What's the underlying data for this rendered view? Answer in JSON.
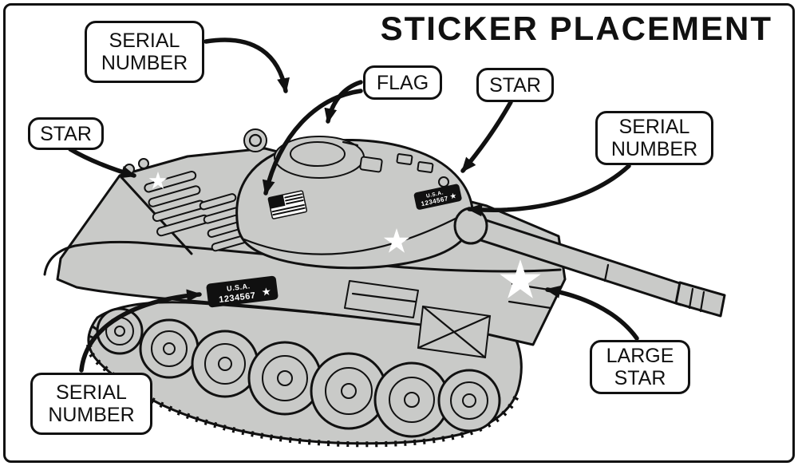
{
  "title": "STICKER PLACEMENT",
  "callouts": {
    "serial_number_top": {
      "text": "SERIAL\nNUMBER"
    },
    "flag": {
      "text": "FLAG"
    },
    "star_top": {
      "text": "STAR"
    },
    "serial_number_right": {
      "text": "SERIAL\nNUMBER"
    },
    "star_left": {
      "text": "STAR"
    },
    "large_star": {
      "text": "LARGE\nSTAR"
    },
    "serial_number_bottom": {
      "text": "SERIAL\nNUMBER"
    }
  },
  "stickers": {
    "hull_plate": {
      "line1": "U.S.A.",
      "line2": "1234567"
    },
    "turret_plate": {
      "line1": "U.S.A.",
      "line2": "1234567"
    }
  },
  "colors": {
    "background": "#ffffff",
    "line": "#111111",
    "tank_fill": "#c9cac8",
    "sticker_white": "#ffffff",
    "plate_black": "#101010"
  }
}
